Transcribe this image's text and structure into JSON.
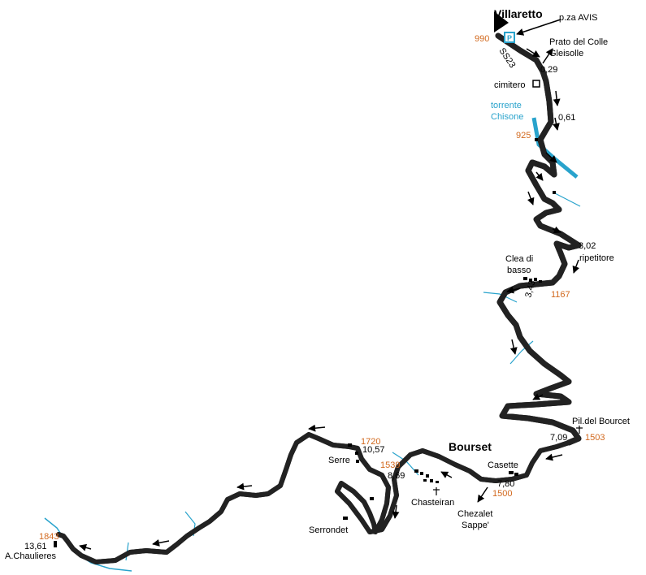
{
  "colors": {
    "road_paved": "#555555",
    "road_dirt": "#ffffff",
    "road_outline": "#222222",
    "river": "#29a3cc",
    "elevation": "#d2691e",
    "text": "#000000"
  },
  "places": {
    "villaretto": "Villaretto",
    "bourset": "Bourset",
    "pza_avis": "p.za AVIS",
    "prato_colle_1": "Prato del Colle",
    "prato_colle_2": "Gleisolle",
    "cimitero": "cimitero",
    "torrente_1": "torrente",
    "torrente_2": "Chisone",
    "clea_1": "Clea di",
    "clea_2": "basso",
    "ripetitore": "ripetitore",
    "pil_bourcet": "Pil.del Bourcet",
    "casette": "Casette",
    "chezalet_1": "Chezalet",
    "chezalet_2": "Sappe'",
    "chasteiran": "Chasteiran",
    "serre": "Serre",
    "serrondet": "Serrondet",
    "chaulieres": "A.Chaulieres",
    "road_code": "SS23"
  },
  "elevations": {
    "e990": "990",
    "e925": "925",
    "e1167": "1167",
    "e1503": "1503",
    "e1500": "1500",
    "e1539": "1539",
    "e1720": "1720",
    "e1843": "1843"
  },
  "distances": {
    "d029": "0,29",
    "d061": "0,61",
    "d302": "3,02",
    "d343": "3,43",
    "d709": "7,09",
    "d780": "7,80",
    "d869": "8,69",
    "d1057": "10,57",
    "d1361": "13,61"
  }
}
